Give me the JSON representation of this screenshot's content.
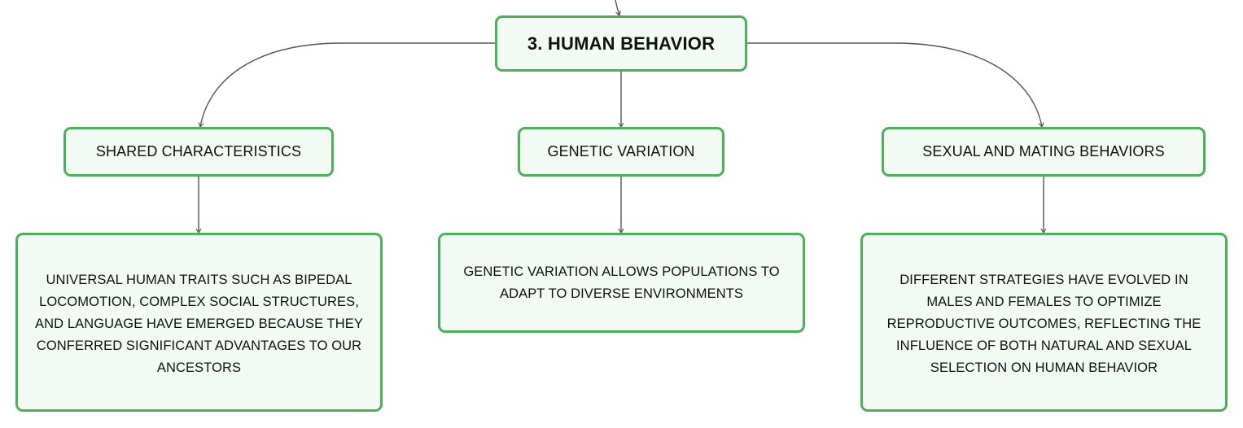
{
  "mindmap": {
    "root": {
      "label": "3. HUMAN BEHAVIOR"
    },
    "branches": [
      {
        "label": "SHARED CHARACTERISTICS",
        "detail": "UNIVERSAL HUMAN TRAITS SUCH AS BIPEDAL LOCOMOTION, COMPLEX SOCIAL STRUCTURES, AND LANGUAGE HAVE EMERGED BECAUSE THEY CONFERRED SIGNIFICANT ADVANTAGES TO OUR ANCESTORS"
      },
      {
        "label": "GENETIC VARIATION",
        "detail": "GENETIC VARIATION ALLOWS POPULATIONS TO ADAPT TO DIVERSE ENVIRONMENTS"
      },
      {
        "label": "SEXUAL AND MATING BEHAVIORS",
        "detail": "DIFFERENT STRATEGIES HAVE EVOLVED IN MALES AND FEMALES TO OPTIMIZE REPRODUCTIVE OUTCOMES, REFLECTING THE INFLUENCE OF BOTH NATURAL AND SEXUAL SELECTION ON HUMAN BEHAVIOR"
      }
    ]
  },
  "colors": {
    "node_border": "#4caf5a",
    "node_fill": "#f3faf4",
    "connector": "#555555",
    "text": "#111111"
  }
}
